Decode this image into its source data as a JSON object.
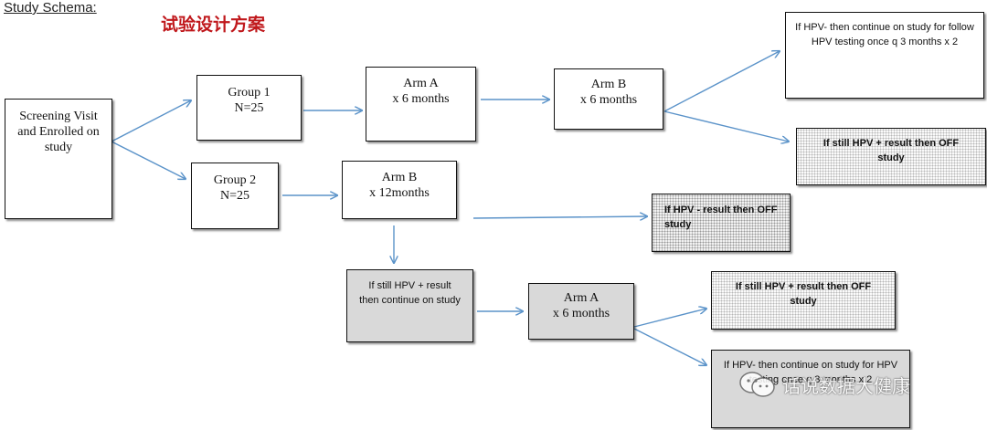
{
  "header": {
    "title": "Study Schema:",
    "subtitle_cn": "试验设计方案"
  },
  "boxes": {
    "screening": "Screening Visit and Enrolled on study",
    "group1_name": "Group 1",
    "group1_n": "N=25",
    "group2_name": "Group 2",
    "group2_n": "N=25",
    "arm_a_top_name": "Arm A",
    "arm_a_top_dur": "x 6 months",
    "arm_b_top_name": "Arm B",
    "arm_b_top_dur": "x 6 months",
    "arm_b_mid_name": "Arm B",
    "arm_b_mid_dur": "x 12months",
    "hpv_neg_follow": "If HPV- then continue on study for follow HPV testing once q 3 months x 2",
    "hpv_pos_off_1": "If still HPV + result then OFF study",
    "hpv_neg_off": "If HPV - result then OFF study",
    "hpv_pos_continue": "If still HPV + result then continue on study",
    "arm_a_bottom_name": "Arm A",
    "arm_a_bottom_dur": "x 6 months",
    "hpv_pos_off_2": "If still HPV + result then OFF study",
    "hpv_neg_follow_2": "If HPV- then continue on study for HPV testing once q 3 months x 2"
  },
  "watermark": {
    "text": "话说数据大健康",
    "icon": "wechat-icon"
  },
  "colors": {
    "arrow": "#5b93c9",
    "subtitle": "#c0181c",
    "grey_box": "#d9d9d9"
  }
}
